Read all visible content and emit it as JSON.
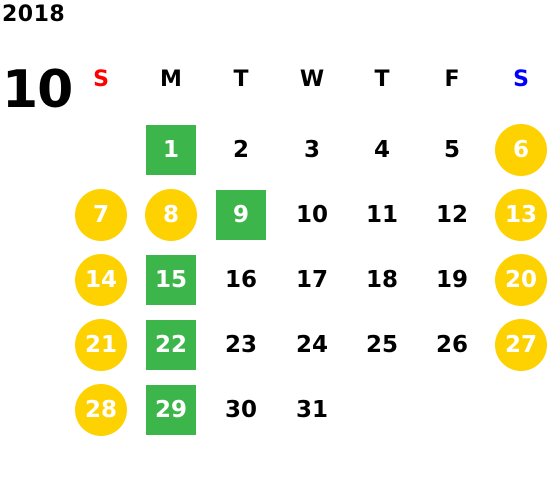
{
  "year": "2018",
  "month": "10",
  "weekdays": [
    {
      "label": "S",
      "color": "#ff0000"
    },
    {
      "label": "M",
      "color": "#000000"
    },
    {
      "label": "T",
      "color": "#000000"
    },
    {
      "label": "W",
      "color": "#000000"
    },
    {
      "label": "T",
      "color": "#000000"
    },
    {
      "label": "F",
      "color": "#000000"
    },
    {
      "label": "S",
      "color": "#0000ff"
    }
  ],
  "colors": {
    "weekend_circle": "#fed100",
    "highlight_square": "#3cb54a"
  },
  "days": [
    {
      "day": "1",
      "col": 1,
      "row": 0,
      "mark": "square"
    },
    {
      "day": "2",
      "col": 2,
      "row": 0,
      "mark": "none"
    },
    {
      "day": "3",
      "col": 3,
      "row": 0,
      "mark": "none"
    },
    {
      "day": "4",
      "col": 4,
      "row": 0,
      "mark": "none"
    },
    {
      "day": "5",
      "col": 5,
      "row": 0,
      "mark": "none"
    },
    {
      "day": "6",
      "col": 6,
      "row": 0,
      "mark": "circle"
    },
    {
      "day": "7",
      "col": 0,
      "row": 1,
      "mark": "circle"
    },
    {
      "day": "8",
      "col": 1,
      "row": 1,
      "mark": "circle"
    },
    {
      "day": "9",
      "col": 2,
      "row": 1,
      "mark": "square"
    },
    {
      "day": "10",
      "col": 3,
      "row": 1,
      "mark": "none"
    },
    {
      "day": "11",
      "col": 4,
      "row": 1,
      "mark": "none"
    },
    {
      "day": "12",
      "col": 5,
      "row": 1,
      "mark": "none"
    },
    {
      "day": "13",
      "col": 6,
      "row": 1,
      "mark": "circle"
    },
    {
      "day": "14",
      "col": 0,
      "row": 2,
      "mark": "circle"
    },
    {
      "day": "15",
      "col": 1,
      "row": 2,
      "mark": "square"
    },
    {
      "day": "16",
      "col": 2,
      "row": 2,
      "mark": "none"
    },
    {
      "day": "17",
      "col": 3,
      "row": 2,
      "mark": "none"
    },
    {
      "day": "18",
      "col": 4,
      "row": 2,
      "mark": "none"
    },
    {
      "day": "19",
      "col": 5,
      "row": 2,
      "mark": "none"
    },
    {
      "day": "20",
      "col": 6,
      "row": 2,
      "mark": "circle"
    },
    {
      "day": "21",
      "col": 0,
      "row": 3,
      "mark": "circle"
    },
    {
      "day": "22",
      "col": 1,
      "row": 3,
      "mark": "square"
    },
    {
      "day": "23",
      "col": 2,
      "row": 3,
      "mark": "none"
    },
    {
      "day": "24",
      "col": 3,
      "row": 3,
      "mark": "none"
    },
    {
      "day": "25",
      "col": 4,
      "row": 3,
      "mark": "none"
    },
    {
      "day": "26",
      "col": 5,
      "row": 3,
      "mark": "none"
    },
    {
      "day": "27",
      "col": 6,
      "row": 3,
      "mark": "circle"
    },
    {
      "day": "28",
      "col": 0,
      "row": 4,
      "mark": "circle"
    },
    {
      "day": "29",
      "col": 1,
      "row": 4,
      "mark": "square"
    },
    {
      "day": "30",
      "col": 2,
      "row": 4,
      "mark": "none"
    },
    {
      "day": "31",
      "col": 3,
      "row": 4,
      "mark": "none"
    }
  ]
}
